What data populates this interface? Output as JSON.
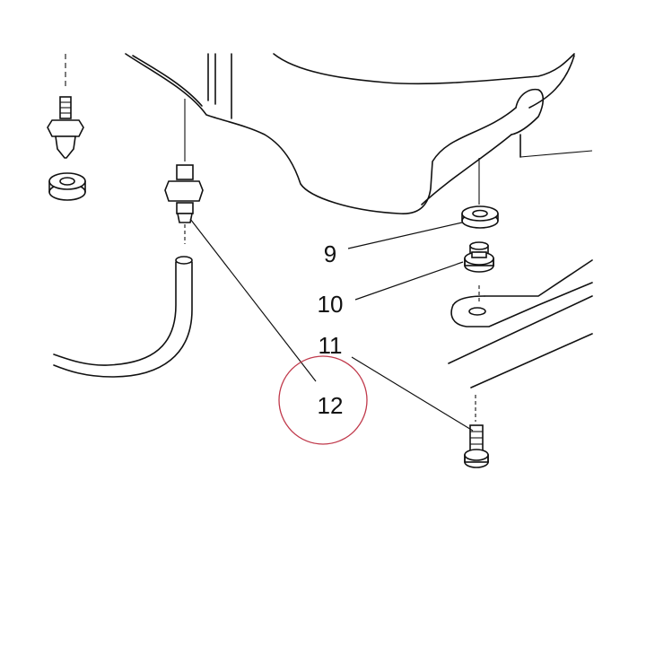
{
  "labels": {
    "part_9": "9",
    "part_10": "10",
    "part_11": "11",
    "part_12": "12"
  },
  "colors": {
    "line": "#111111",
    "highlight_circle": "#c0394b",
    "background": "#ffffff"
  },
  "highlighted_part": "12"
}
